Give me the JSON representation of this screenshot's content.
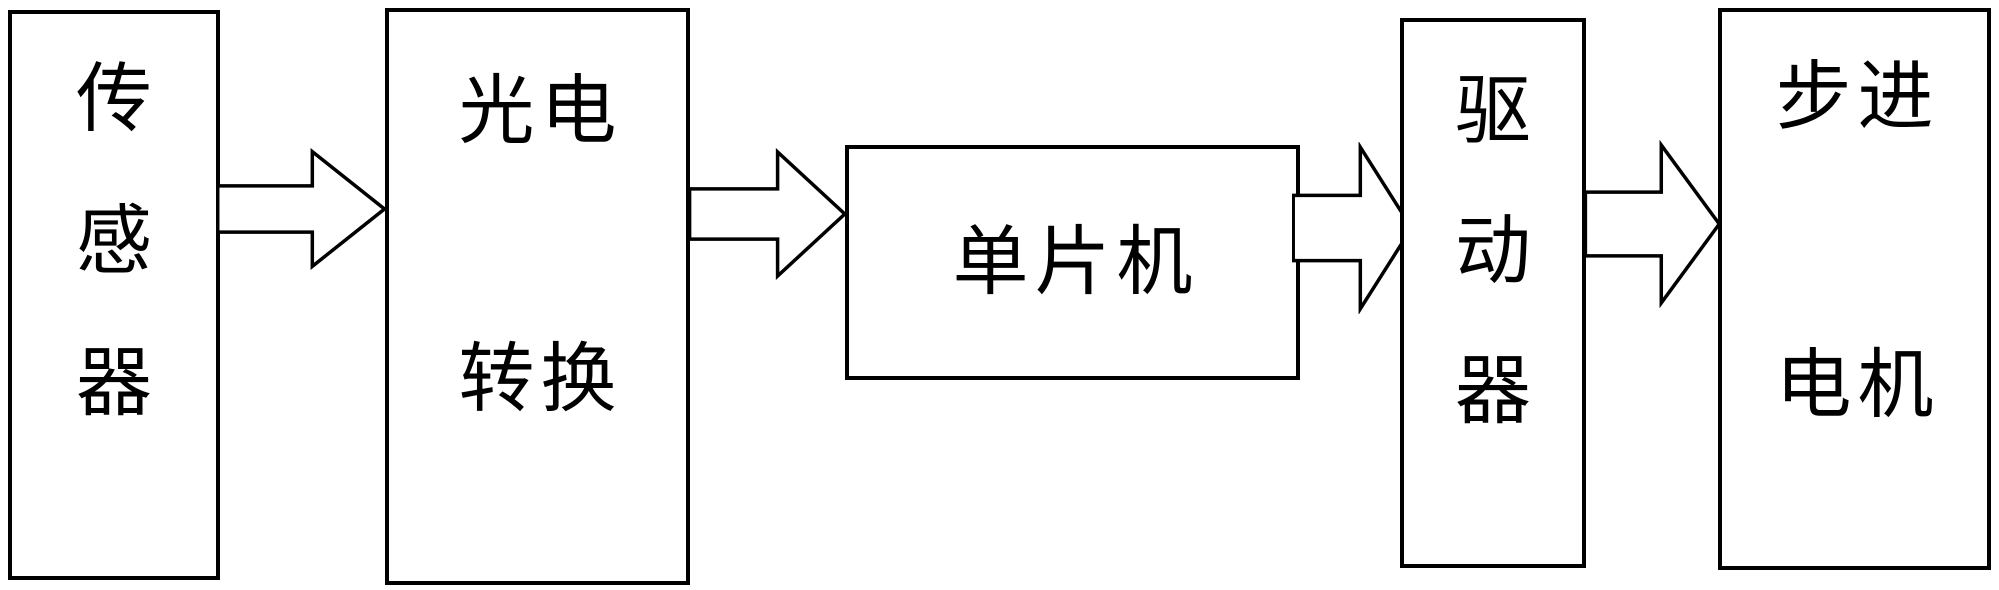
{
  "diagram": {
    "type": "block-flow-diagram",
    "direction": "left-to-right",
    "background_color": "#ffffff",
    "stroke_color": "#000000",
    "text_color": "#000000",
    "nodes": [
      {
        "id": "sensor",
        "label": "传感器",
        "lines": [
          "传",
          "感",
          "器"
        ]
      },
      {
        "id": "photoelectric",
        "label": "光电转换",
        "lines": [
          "光电",
          "转换"
        ]
      },
      {
        "id": "mcu",
        "label": "单片机",
        "lines": [
          "单片机"
        ]
      },
      {
        "id": "driver",
        "label": "驱动器",
        "lines": [
          "驱",
          "动",
          "器"
        ]
      },
      {
        "id": "stepper",
        "label": "步进电机",
        "lines": [
          "步进",
          "电机"
        ]
      }
    ],
    "connections": [
      {
        "from": "传感器",
        "to": "光电转换",
        "style": "hollow-block-arrow"
      },
      {
        "from": "光电转换",
        "to": "单片机",
        "style": "hollow-block-arrow"
      },
      {
        "from": "单片机",
        "to": "驱动器",
        "style": "hollow-block-arrow"
      },
      {
        "from": "驱动器",
        "to": "步进电机",
        "style": "hollow-block-arrow"
      }
    ]
  }
}
